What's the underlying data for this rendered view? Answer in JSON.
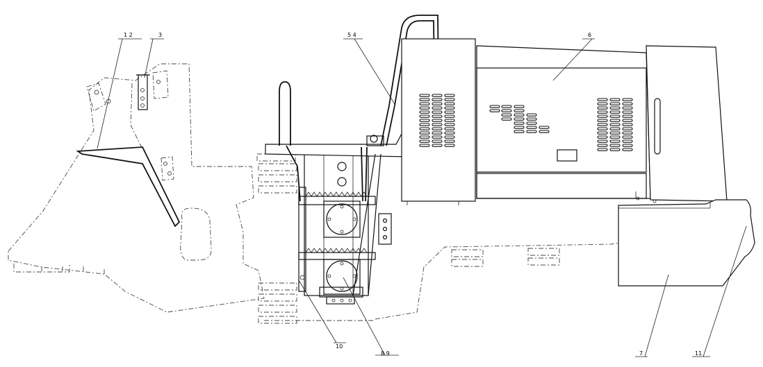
{
  "callouts": [
    {
      "id": "c12",
      "text": "1 2"
    },
    {
      "id": "c3",
      "text": "3"
    },
    {
      "id": "c54",
      "text": "5 4"
    },
    {
      "id": "c6",
      "text": "6"
    },
    {
      "id": "c10",
      "text": "10"
    },
    {
      "id": "c89",
      "text": "8 9"
    },
    {
      "id": "c7",
      "text": "7"
    },
    {
      "id": "c11",
      "text": "11"
    }
  ]
}
